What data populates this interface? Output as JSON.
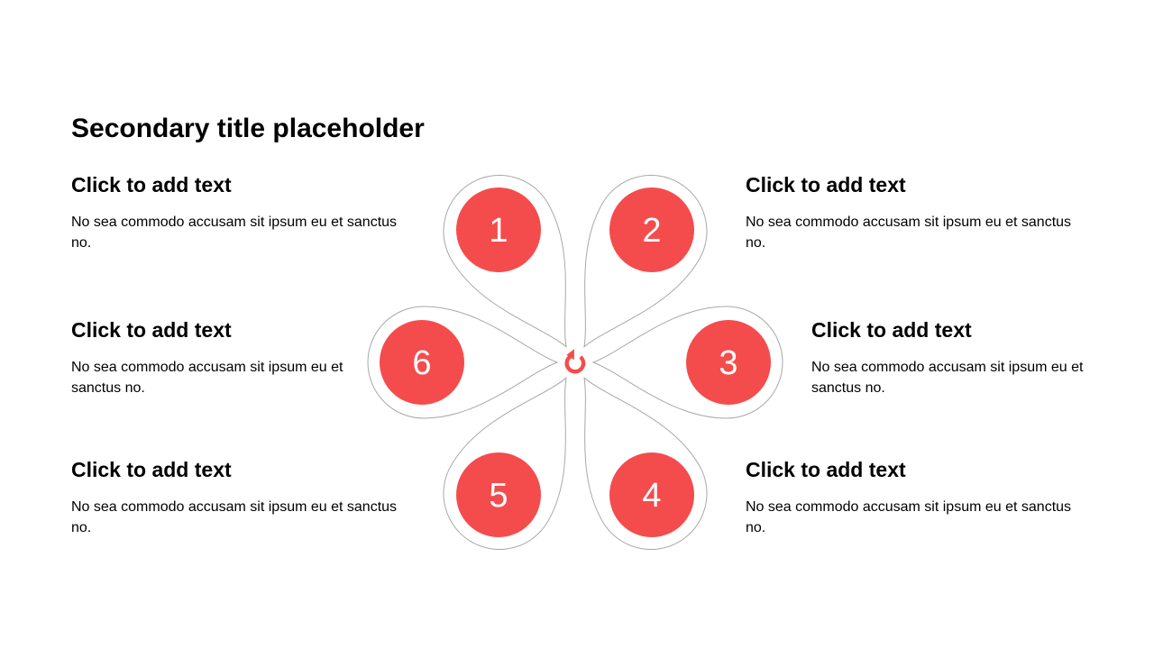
{
  "slide": {
    "title": "Secondary title placeholder",
    "background_color": "#ffffff"
  },
  "diagram": {
    "type": "flower-petal-cycle",
    "petal_count": 6,
    "accent_color": "#f44c4c",
    "outline_color": "#a8a8a8",
    "number_text_color": "#ffffff",
    "center_icon": "rotate-clockwise-icon"
  },
  "sections": [
    {
      "number": "1",
      "position": "top-left",
      "heading": "Click to add text",
      "body": "No sea commodo accusam sit ipsum eu et sanctus no."
    },
    {
      "number": "2",
      "position": "top-right",
      "heading": "Click to add text",
      "body": "No sea commodo accusam sit ipsum eu et sanctus no."
    },
    {
      "number": "3",
      "position": "middle-right",
      "heading": "Click to add text",
      "body": "No sea commodo accusam sit ipsum eu et sanctus no."
    },
    {
      "number": "4",
      "position": "bottom-right",
      "heading": "Click to add text",
      "body": "No sea commodo accusam sit ipsum eu et sanctus no."
    },
    {
      "number": "5",
      "position": "bottom-left",
      "heading": "Click to add text",
      "body": "No sea commodo accusam sit ipsum eu et sanctus no."
    },
    {
      "number": "6",
      "position": "middle-left",
      "heading": "Click to add text",
      "body": "No sea commodo accusam sit ipsum eu et sanctus no."
    }
  ]
}
